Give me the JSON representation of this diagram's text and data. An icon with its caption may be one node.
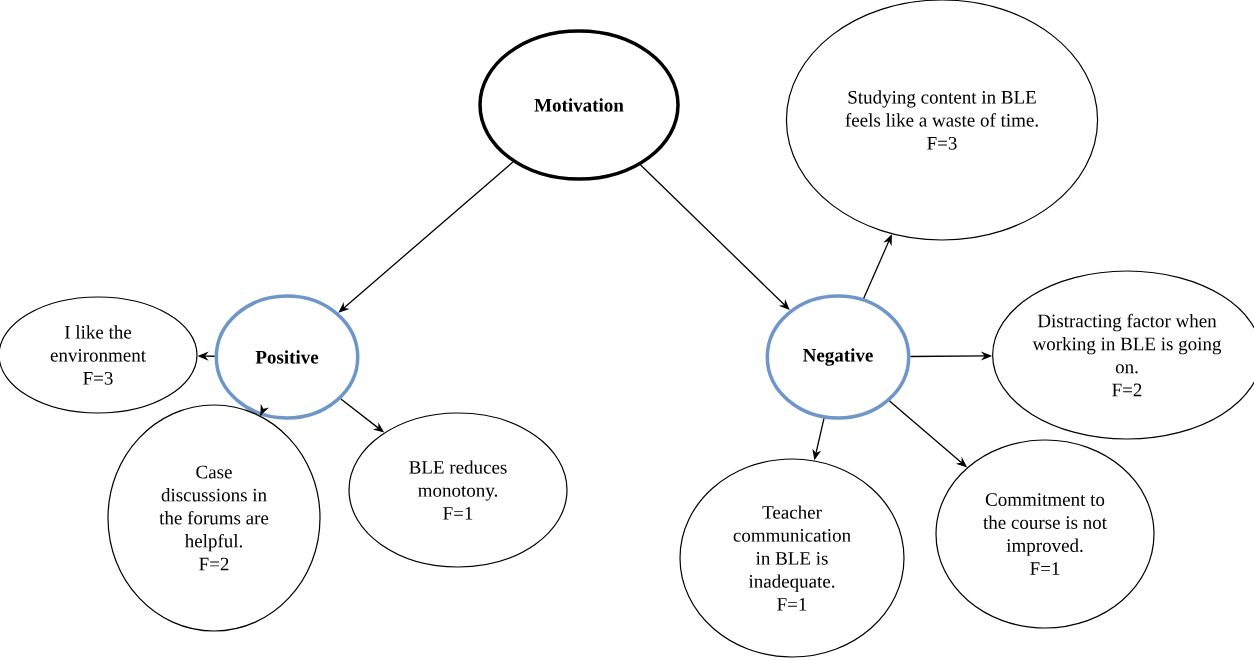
{
  "diagram": {
    "nodes": [
      {
        "text": [
          "Motivation"
        ]
      },
      {
        "text": [
          "Positive"
        ]
      },
      {
        "text": [
          "Negative"
        ]
      },
      {
        "text": [
          "I like the environment",
          "F=3"
        ]
      },
      {
        "text": [
          "Case discussions in the forums are helpful.",
          "F=2"
        ]
      },
      {
        "text": [
          "BLE reduces monotony.",
          "F=1"
        ]
      },
      {
        "text": [
          "Studying content in BLE feels like a waste of time.",
          "F=3"
        ]
      },
      {
        "text": [
          "Distracting factor when working in BLE is going on.",
          "F=2"
        ]
      },
      {
        "text": [
          "Teacher communication in BLE is inadequate.",
          "F=1"
        ]
      },
      {
        "text": [
          "Commitment to the course is not improved.",
          "F=1"
        ]
      }
    ],
    "edges": [
      {
        "from": 0,
        "to": 1,
        "arrow": "to"
      },
      {
        "from": 0,
        "to": 2,
        "arrow": "to"
      },
      {
        "from": 1,
        "to": 3,
        "arrow": "to"
      },
      {
        "from": 1,
        "to": 4,
        "arrow": "to"
      },
      {
        "from": 1,
        "to": 5,
        "arrow": "to"
      },
      {
        "from": 2,
        "to": 6,
        "arrow": "to"
      },
      {
        "from": 2,
        "to": 7,
        "arrow": "to"
      },
      {
        "from": 2,
        "to": 8,
        "arrow": "to"
      },
      {
        "from": 2,
        "to": 9,
        "arrow": "to"
      }
    ]
  }
}
